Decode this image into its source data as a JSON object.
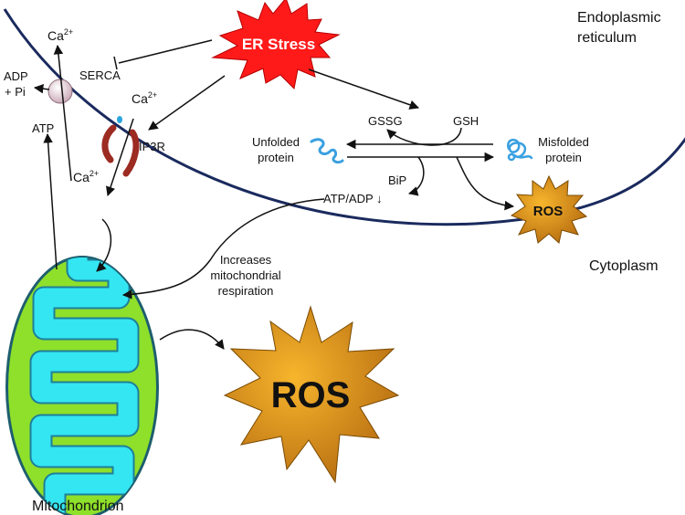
{
  "labels": {
    "er_line1": "Endoplasmic",
    "er_line2": "reticulum",
    "cytoplasm": "Cytoplasm",
    "mitochondrion": "Mitochondrion",
    "er_stress": "ER Stress",
    "serca": "SERCA",
    "ip3r": "IP3R",
    "adp": "ADP",
    "pi": "+ Pi",
    "atp": "ATP",
    "ca": "Ca",
    "ca_charge": "2+",
    "gssg": "GSSG",
    "gsh": "GSH",
    "unfolded_line1": "Unfolded",
    "unfolded_line2": "protein",
    "misfolded_line1": "Misfolded",
    "misfolded_line2": "protein",
    "bip": "BiP",
    "atp_adp": "ATP/ADP ↓",
    "increases_line1": "Increases",
    "increases_line2": "mitochondrial",
    "increases_line3": "respiration",
    "ros": "ROS"
  },
  "colors": {
    "er_membrane": "#1a2a5e",
    "er_stress_fill": "#ff1a1a",
    "ros_fill": "#e89a1a",
    "mito_fill": "#8ee02a",
    "mito_cristae": "#33e6f2",
    "ip3r": "#9c2b22",
    "protein": "#3aa0e0"
  }
}
